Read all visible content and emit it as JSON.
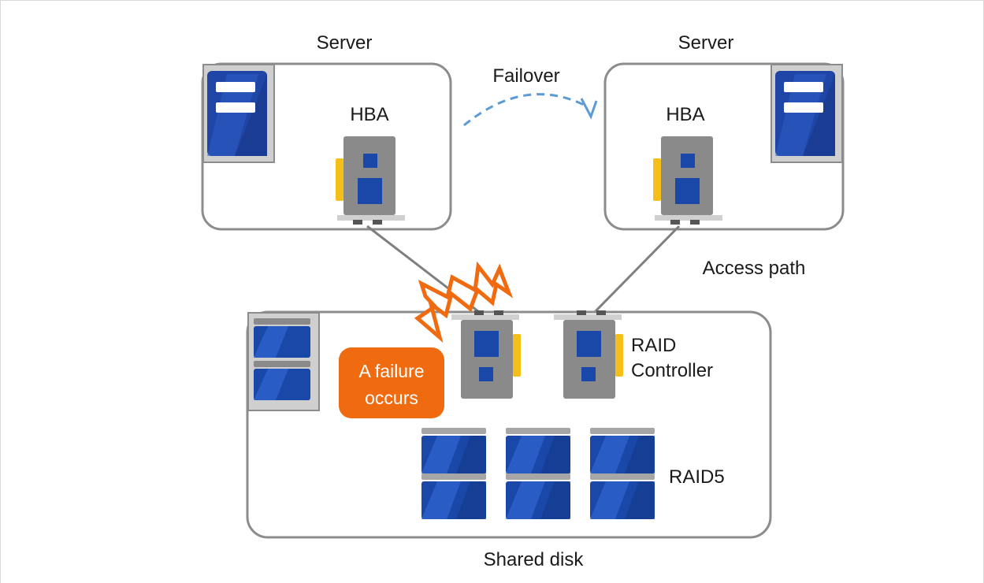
{
  "labels": {
    "server_left": "Server",
    "server_right": "Server",
    "failover": "Failover",
    "hba_left": "HBA",
    "hba_right": "HBA",
    "access_path": "Access path",
    "raid_controller_line1": "RAID",
    "raid_controller_line2": "Controller",
    "failure_line1": "A failure",
    "failure_line2": "occurs",
    "raid5": "RAID5",
    "shared_disk": "Shared disk"
  },
  "colors": {
    "box_border": "#8c8c8c",
    "server_blue": "#1f45a6",
    "card_gray": "#8a8a8a",
    "chip_blue": "#1a48a8",
    "connector_yellow": "#f5bf1a",
    "failover_arrow": "#5b9bd5",
    "failure_orange": "#f06b0f"
  },
  "icons": {
    "server": "server-icon",
    "hba": "hba-card-icon",
    "disk": "disk-icon",
    "failure": "lightning-icon"
  }
}
